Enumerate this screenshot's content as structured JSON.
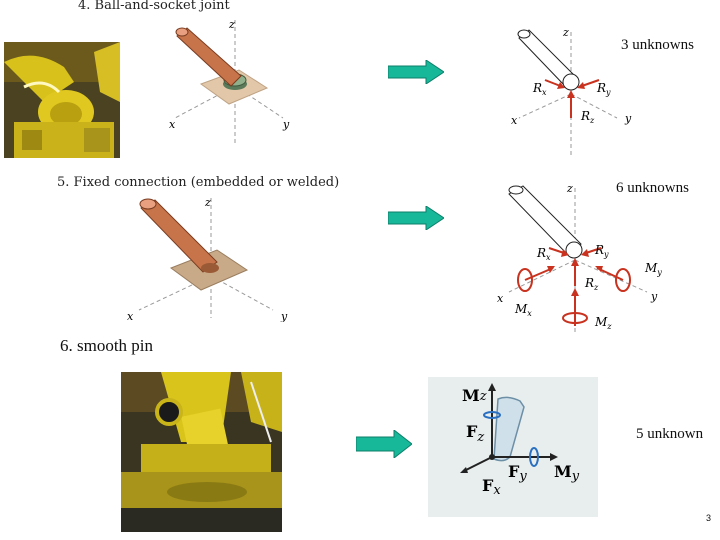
{
  "section4": {
    "title": "4.  Ball-and-socket joint",
    "unknowns": "3 unknowns",
    "axes": {
      "z": "z",
      "x": "x",
      "y": "y"
    },
    "forces": {
      "rx": "R",
      "rx_sub": "x",
      "ry": "R",
      "ry_sub": "y",
      "rz": "R",
      "rz_sub": "z"
    }
  },
  "section5": {
    "title": "5.  Fixed connection (embedded or welded)",
    "unknowns": "6 unknowns",
    "axes": {
      "z": "z",
      "x": "x",
      "y": "y"
    },
    "forces": {
      "rx": "R",
      "rx_sub": "x",
      "ry": "R",
      "ry_sub": "y",
      "rz": "R",
      "rz_sub": "z"
    },
    "moments": {
      "mx": "M",
      "mx_sub": "x",
      "my": "M",
      "my_sub": "y",
      "mz": "M",
      "mz_sub": "z"
    }
  },
  "section6": {
    "title": "6. smooth pin",
    "unknowns": "5 unknown",
    "labels": {
      "mz": "M",
      "mz_sub": "z",
      "fz": "F",
      "fz_sub": "z",
      "fy": "F",
      "fy_sub": "y",
      "my": "M",
      "my_sub": "y",
      "fx": "F",
      "fx_sub": "x"
    }
  },
  "page_number": "3",
  "colors": {
    "arrow_fill": "#17b79a",
    "force_red": "#c8321e",
    "copper": "#c8744a",
    "pin_bg": "#e8eeee"
  }
}
